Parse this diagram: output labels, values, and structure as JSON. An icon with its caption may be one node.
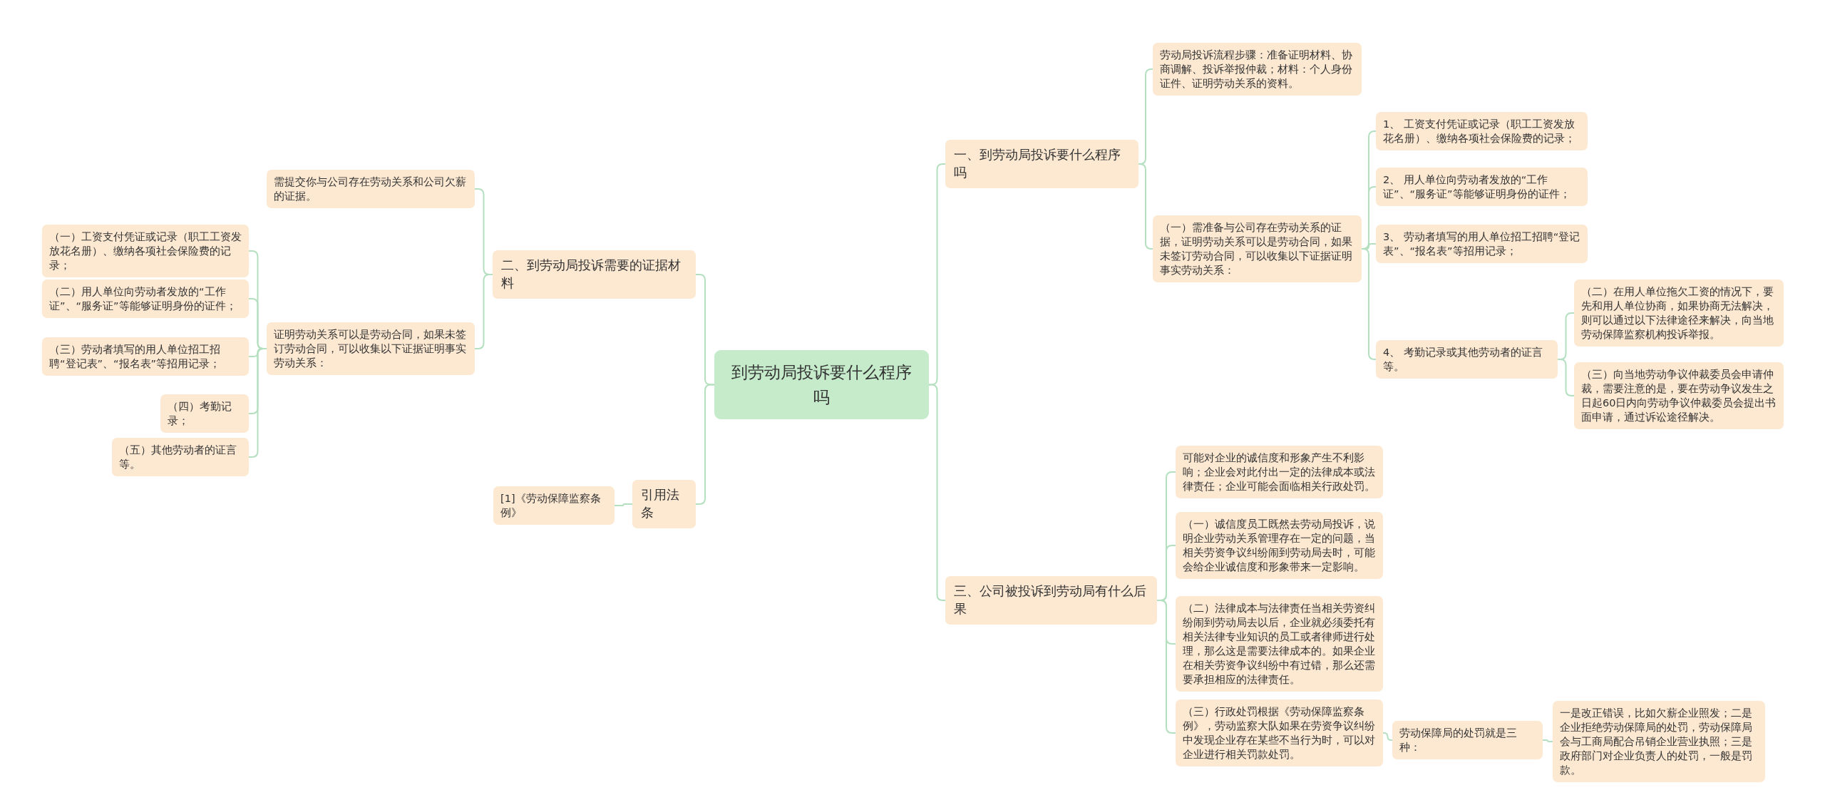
{
  "diagram": {
    "nodes": [
      {
        "text": [
          "到劳动局投诉要什么程序吗"
        ]
      },
      {
        "text": [
          "一、到劳动局投诉要什么程序吗"
        ]
      },
      {
        "text": [
          "劳动局投诉流程步骤：准备证明材料、协商调解、投诉举报仲裁；材料：个人身份证件、证明劳动关系的资料。"
        ]
      },
      {
        "text": [
          "（一）需准备与公司存在劳动关系的证据，证明劳动关系可以是劳动合同，如果未签订劳动合同，可以收集以下证据证明事实劳动关系："
        ]
      },
      {
        "text": [
          "1、 工资支付凭证或记录（职工工资发放花名册）、缴纳各项社会保险费的记录；"
        ]
      },
      {
        "text": [
          "2、 用人单位向劳动者发放的“工作证”、“服务证”等能够证明身份的证件；"
        ]
      },
      {
        "text": [
          "3、 劳动者填写的用人单位招工招聘“登记表”、“报名表”等招用记录；"
        ]
      },
      {
        "text": [
          "4、 考勤记录或其他劳动者的证言等。"
        ]
      },
      {
        "text": [
          "（二）在用人单位拖欠工资的情况下，要先和用人单位协商，如果协商无法解决，则可以通过以下法律途径来解决，向当地劳动保障监察机构投诉举报。"
        ]
      },
      {
        "text": [
          "（三）向当地劳动争议仲裁委员会申请仲裁，需要注意的是，要在劳动争议发生之日起60日内向劳动争议仲裁委员会提出书面申请，通过诉讼途径解决。"
        ]
      },
      {
        "text": [
          "三、公司被投诉到劳动局有什么后果"
        ]
      },
      {
        "text": [
          "可能对企业的诚信度和形象产生不利影响；企业会对此付出一定的法律成本或法律责任；企业可能会面临相关行政处罚。"
        ]
      },
      {
        "text": [
          "（一）诚信度员工既然去劳动局投诉，说明企业劳动关系管理存在一定的问题，当相关劳资争议纠纷闹到劳动局去时，可能会给企业诚信度和形象带来一定影响。"
        ]
      },
      {
        "text": [
          "（二）法律成本与法律责任当相关劳资纠纷闹到劳动局去以后，企业就必须委托有相关法律专业知识的员工或者律师进行处理，那么这是需要法律成本的。如果企业在相关劳资争议纠纷中有过错，那么还需要承担相应的法律责任。"
        ]
      },
      {
        "text": [
          "（三）行政处罚根据《劳动保障监察条例》，劳动监察大队如果在劳资争议纠纷中发现企业存在某些不当行为时，可以对企业进行相关罚款处罚。"
        ]
      },
      {
        "text": [
          "劳动保障局的处罚就是三种："
        ]
      },
      {
        "text": [
          "一是改正错误，比如欠薪企业照发；二是企业拒绝劳动保障局的处罚，劳动保障局会与工商局配合吊销企业营业执照；三是政府部门对企业负责人的处罚，一般是罚款。"
        ]
      },
      {
        "text": [
          "二、到劳动局投诉需要的证据材料"
        ]
      },
      {
        "text": [
          "需提交你与公司存在劳动关系和公司欠薪的证据。"
        ]
      },
      {
        "text": [
          "证明劳动关系可以是劳动合同，如果未签订劳动合同，可以收集以下证据证明事实劳动关系："
        ]
      },
      {
        "text": [
          "（一）工资支付凭证或记录（职工工资发放花名册）、缴纳各项社会保险费的记录；"
        ]
      },
      {
        "text": [
          "（二）用人单位向劳动者发放的“工作证”、“服务证”等能够证明身份的证件；"
        ]
      },
      {
        "text": [
          "（三）劳动者填写的用人单位招工招聘“登记表”、“报名表”等招用记录；"
        ]
      },
      {
        "text": [
          "（四）考勤记录；"
        ]
      },
      {
        "text": [
          "（五）其他劳动者的证言等。"
        ]
      },
      {
        "text": [
          "引用法条"
        ]
      },
      {
        "text": [
          "[1]《劳动保障监察条例》"
        ]
      }
    ],
    "edges": [
      {
        "from": 0,
        "to": 1,
        "arrow": "none"
      },
      {
        "from": 0,
        "to": 10,
        "arrow": "none"
      },
      {
        "from": 0,
        "to": 17,
        "arrow": "none"
      },
      {
        "from": 0,
        "to": 25,
        "arrow": "none"
      },
      {
        "from": 1,
        "to": 2,
        "arrow": "none"
      },
      {
        "from": 1,
        "to": 3,
        "arrow": "none"
      },
      {
        "from": 3,
        "to": 4,
        "arrow": "none"
      },
      {
        "from": 3,
        "to": 5,
        "arrow": "none"
      },
      {
        "from": 3,
        "to": 6,
        "arrow": "none"
      },
      {
        "from": 3,
        "to": 7,
        "arrow": "none"
      },
      {
        "from": 7,
        "to": 8,
        "arrow": "none"
      },
      {
        "from": 7,
        "to": 9,
        "arrow": "none"
      },
      {
        "from": 10,
        "to": 11,
        "arrow": "none"
      },
      {
        "from": 10,
        "to": 12,
        "arrow": "none"
      },
      {
        "from": 10,
        "to": 13,
        "arrow": "none"
      },
      {
        "from": 10,
        "to": 14,
        "arrow": "none"
      },
      {
        "from": 14,
        "to": 15,
        "arrow": "none"
      },
      {
        "from": 15,
        "to": 16,
        "arrow": "none"
      },
      {
        "from": 17,
        "to": 18,
        "arrow": "none"
      },
      {
        "from": 17,
        "to": 19,
        "arrow": "none"
      },
      {
        "from": 19,
        "to": 20,
        "arrow": "none"
      },
      {
        "from": 19,
        "to": 21,
        "arrow": "none"
      },
      {
        "from": 19,
        "to": 22,
        "arrow": "none"
      },
      {
        "from": 19,
        "to": 23,
        "arrow": "none"
      },
      {
        "from": 19,
        "to": 24,
        "arrow": "none"
      },
      {
        "from": 25,
        "to": 26,
        "arrow": "none"
      }
    ]
  }
}
